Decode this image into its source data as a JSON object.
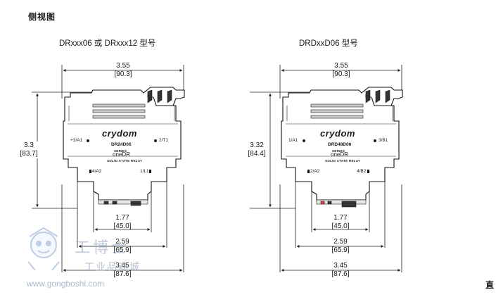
{
  "heading": "侧视图",
  "left": {
    "title": "DRxxx06 或 DRxxx12 型号",
    "width_in": "3.55",
    "width_mm": "[90.3]",
    "height_in": "3.3",
    "height_mm": "[83.7]",
    "inner1_in": "1.77",
    "inner1_mm": "[45.0]",
    "inner2_in": "2.59",
    "inner2_mm": "[65.9]",
    "inner3_in": "3.45",
    "inner3_mm": "[87.6]",
    "terminals": {
      "tl": "+3/A1",
      "tr": "2/T1",
      "bl": "4/A2",
      "br": "1/L1"
    },
    "model": "DR24D06"
  },
  "right": {
    "title": "DRDxxD06 型号",
    "width_in": "3.55",
    "width_mm": "[90.3]",
    "height_in": "3.32",
    "height_mm": "[84.4]",
    "inner1_in": "1.77",
    "inner1_mm": "[45.0]",
    "inner2_in": "2.59",
    "inner2_mm": "[65.9]",
    "inner3_in": "3.45",
    "inner3_mm": "[87.6]",
    "terminals": {
      "tl": "1/A1",
      "tr": "3/B1",
      "bl": "2/A2",
      "br": "4/B2"
    },
    "model": "DRD48D06"
  },
  "device": {
    "brand": "crydom",
    "series_top": "SERIES",
    "series_main": "oneDR",
    "caption": "SOLID STATE RELAY"
  },
  "watermark": {
    "cn_large": "工博士",
    "cn_small": "工业品商城",
    "url": "www.gongboshi.com"
  },
  "edge_glyph": "直"
}
